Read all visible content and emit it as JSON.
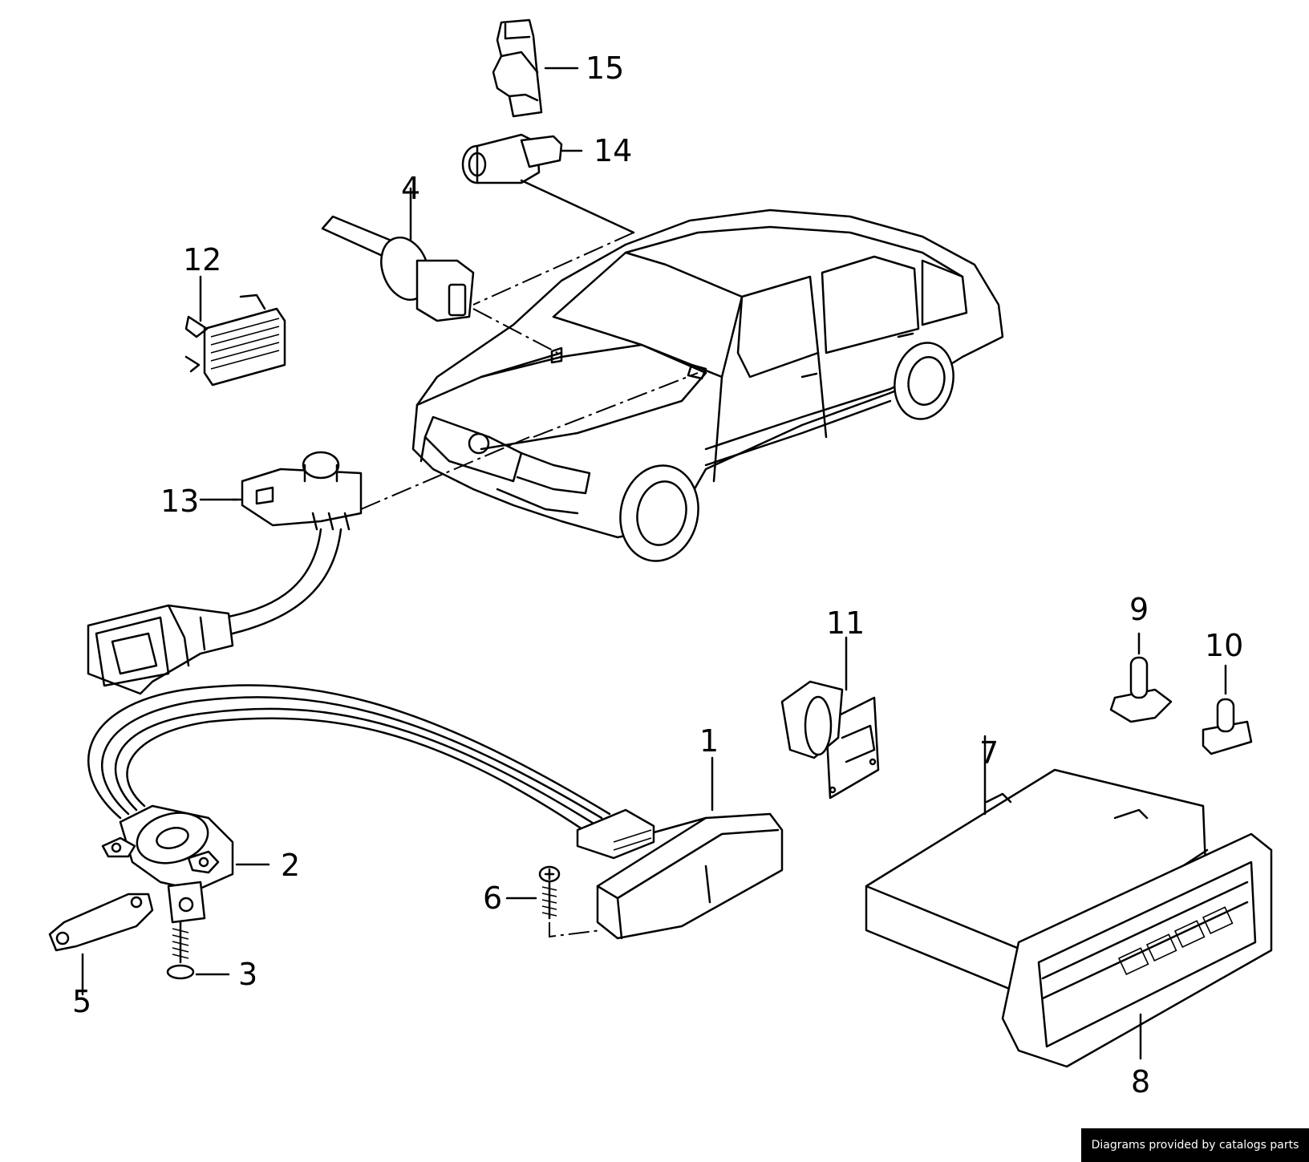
{
  "diagram": {
    "callouts": [
      {
        "id": "1",
        "label": "1"
      },
      {
        "id": "2",
        "label": "2"
      },
      {
        "id": "3",
        "label": "3"
      },
      {
        "id": "4",
        "label": "4"
      },
      {
        "id": "5",
        "label": "5"
      },
      {
        "id": "6",
        "label": "6"
      },
      {
        "id": "7",
        "label": "7"
      },
      {
        "id": "8",
        "label": "8"
      },
      {
        "id": "9",
        "label": "9"
      },
      {
        "id": "10",
        "label": "10"
      },
      {
        "id": "11",
        "label": "11"
      },
      {
        "id": "12",
        "label": "12"
      },
      {
        "id": "13",
        "label": "13"
      },
      {
        "id": "14",
        "label": "14"
      },
      {
        "id": "15",
        "label": "15"
      }
    ]
  },
  "footer": {
    "credit_text": "Diagrams provided by catalogs parts"
  }
}
